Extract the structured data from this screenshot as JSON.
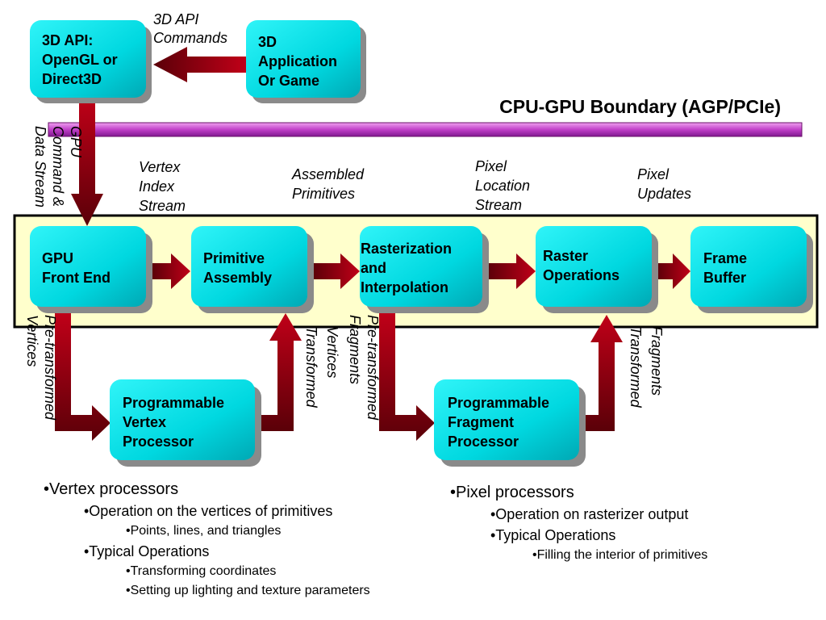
{
  "boundary": {
    "title": "CPU-GPU Boundary (AGP/PCIe)"
  },
  "boxes": {
    "api": [
      "3D API:",
      "OpenGL or",
      "Direct3D"
    ],
    "app": [
      "3D",
      "Application",
      "Or Game"
    ],
    "front_end": [
      "GPU",
      "Front End"
    ],
    "primitive_assembly": [
      "Primitive",
      "Assembly"
    ],
    "rasterization": [
      "Rasterization",
      "and",
      "Interpolation"
    ],
    "raster_ops": [
      "Raster",
      "Operations"
    ],
    "frame_buffer": [
      "Frame",
      "Buffer"
    ],
    "vertex_processor": [
      "Programmable",
      "Vertex",
      "Processor"
    ],
    "fragment_processor": [
      "Programmable",
      "Fragment",
      "Processor"
    ]
  },
  "labels": {
    "api_commands": [
      "3D API",
      "Commands"
    ],
    "command_stream": [
      "GPU",
      "Command &",
      "Data Stream"
    ],
    "vertex_index": [
      "Vertex",
      "Index",
      "Stream"
    ],
    "assembled": [
      "Assembled",
      "Primitives"
    ],
    "pixel_location": [
      "Pixel",
      "Location",
      "Stream"
    ],
    "pixel_updates": [
      "Pixel",
      "Updates"
    ],
    "pre_vertices": [
      "Pre-transformed",
      "Vertices"
    ],
    "transformed_vertices": [
      "Transformed",
      "Vertices"
    ],
    "pre_fragments": [
      "Pre-transformed",
      "Fragments"
    ],
    "transformed_fragments": [
      "Transformed",
      "Fragments"
    ]
  },
  "notes_left": {
    "title": "•Vertex processors",
    "sub1": "•Operation on the vertices of primitives",
    "sub1_item": "•Points, lines, and triangles",
    "sub2": "•Typical Operations",
    "sub2_item1": "•Transforming coordinates",
    "sub2_item2": "•Setting up lighting and texture parameters"
  },
  "notes_right": {
    "title": "•Pixel processors",
    "sub1": "•Operation on rasterizer output",
    "sub2": "•Typical Operations",
    "sub2_item": "•Filling the interior of primitives"
  },
  "colors": {
    "box_fill": "#00e0e8",
    "box_shadow": "#8a8a8a",
    "arrow": "#8b0010",
    "pipeline_band": "#ffffcc",
    "boundary_bar": "#cc44cc"
  }
}
